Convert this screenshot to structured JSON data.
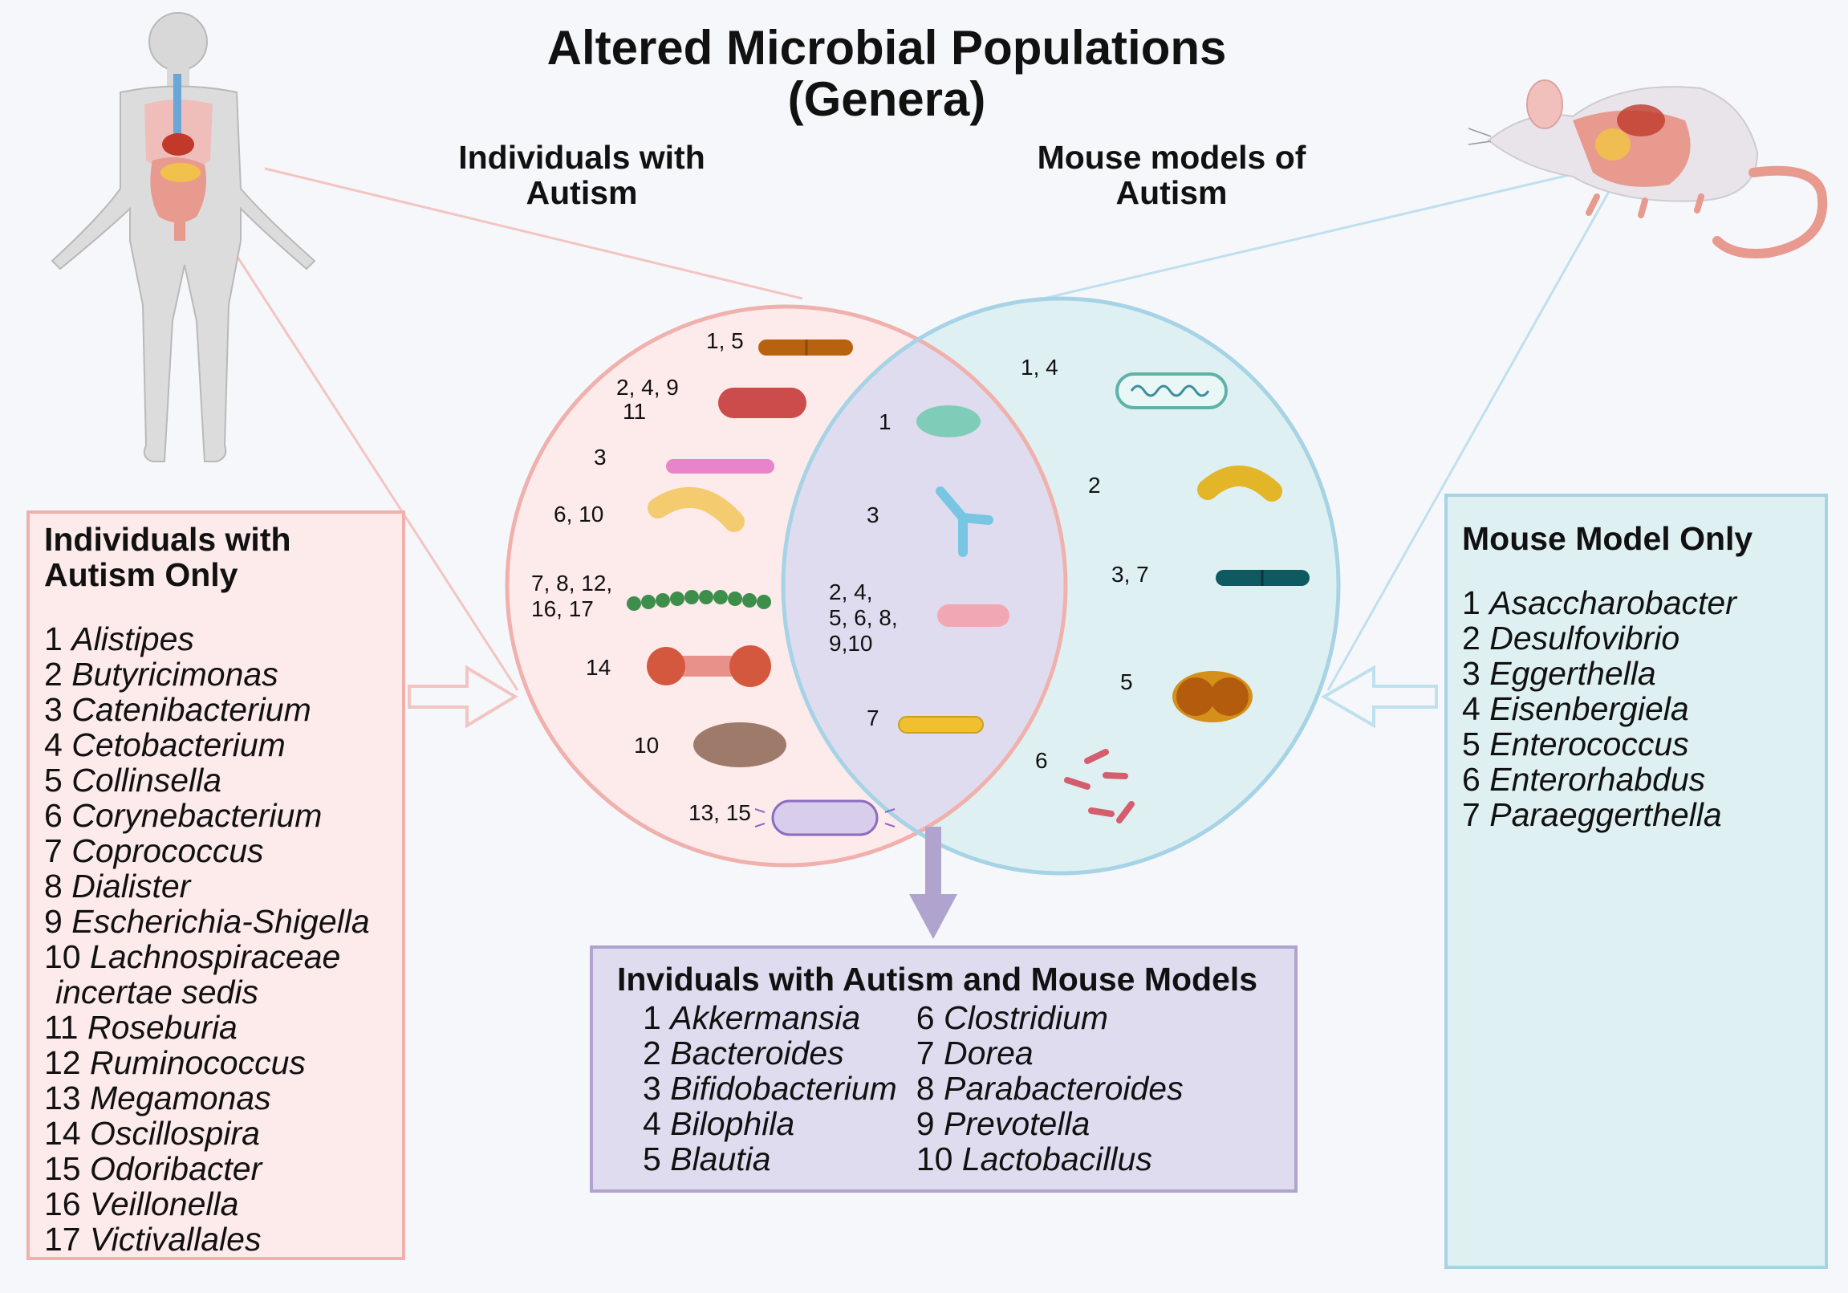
{
  "title_line1": "Altered Microbial Populations",
  "title_line2": "(Genera)",
  "venn": {
    "left_heading_line1": "Individuals with",
    "left_heading_line2": "Autism",
    "right_heading_line1": "Mouse models of",
    "right_heading_line2": "Autism",
    "left_labels": [
      "1, 5",
      "2,  4, 9",
      "11",
      "3",
      "6,  10",
      "7, 8, 12,",
      "16, 17",
      "14",
      "10",
      "13, 15"
    ],
    "overlap_labels": [
      "1",
      "3",
      "2, 4,",
      "5, 6, 8,",
      "9,10",
      "7"
    ],
    "right_labels": [
      "1, 4",
      "2",
      "3, 7",
      "5",
      "6"
    ]
  },
  "autism_only": {
    "heading_line1": "Individuals with",
    "heading_line2": "Autism Only",
    "items": [
      {
        "n": "1",
        "g": "Alistipes"
      },
      {
        "n": "2",
        "g": "Butyricimonas"
      },
      {
        "n": "3",
        "g": "Catenibacterium"
      },
      {
        "n": "4",
        "g": "Cetobacterium"
      },
      {
        "n": "5",
        "g": "Collinsella"
      },
      {
        "n": "6",
        "g": "Corynebacterium"
      },
      {
        "n": "7",
        "g": "Coprococcus"
      },
      {
        "n": "8",
        "g": "Dialister"
      },
      {
        "n": "9",
        "g": "Escherichia-Shigella"
      },
      {
        "n": "10",
        "g": "Lachnospiraceae"
      },
      {
        "n": "",
        "g": "incertae sedis"
      },
      {
        "n": "11",
        "g": "Roseburia"
      },
      {
        "n": "12",
        "g": "Ruminococcus"
      },
      {
        "n": "13",
        "g": "Megamonas"
      },
      {
        "n": "14",
        "g": "Oscillospira"
      },
      {
        "n": "15",
        "g": "Odoribacter"
      },
      {
        "n": "16",
        "g": "Veillonella"
      },
      {
        "n": "17",
        "g": "Victivallales"
      }
    ]
  },
  "mouse_only": {
    "heading": "Mouse Model Only",
    "items": [
      {
        "n": "1",
        "g": "Asaccharobacter"
      },
      {
        "n": "2",
        "g": "Desulfovibrio"
      },
      {
        "n": "3",
        "g": "Eggerthella"
      },
      {
        "n": "4",
        "g": "Eisenbergiela"
      },
      {
        "n": "5",
        "g": "Enterococcus"
      },
      {
        "n": "6",
        "g": "Enterorhabdus"
      },
      {
        "n": "7",
        "g": "Paraeggerthella"
      }
    ]
  },
  "shared": {
    "heading": "Inviduals with Autism and Mouse Models",
    "col1": [
      {
        "n": "1",
        "g": "Akkermansia"
      },
      {
        "n": "2",
        "g": "Bacteroides"
      },
      {
        "n": "3",
        "g": "Bifidobacterium"
      },
      {
        "n": "4",
        "g": "Bilophila"
      },
      {
        "n": "5",
        "g": "Blautia"
      }
    ],
    "col2": [
      {
        "n": "6",
        "g": "Clostridium"
      },
      {
        "n": "7",
        "g": "Dorea"
      },
      {
        "n": "8",
        "g": "Parabacteroides"
      },
      {
        "n": "9",
        "g": "Prevotella"
      },
      {
        "n": "10",
        "g": "Lactobacillus"
      }
    ]
  },
  "colors": {
    "autism_circle": "#fdeaea",
    "autism_border": "#f0b1ad",
    "mouse_circle": "#dff0f3",
    "mouse_border": "#a6d3e6",
    "overlap": "#e0dcef",
    "arrow_purple": "#b0a4cf"
  },
  "icons": [
    "human-body-icon",
    "mouse-icon",
    "bacteria-icons"
  ]
}
